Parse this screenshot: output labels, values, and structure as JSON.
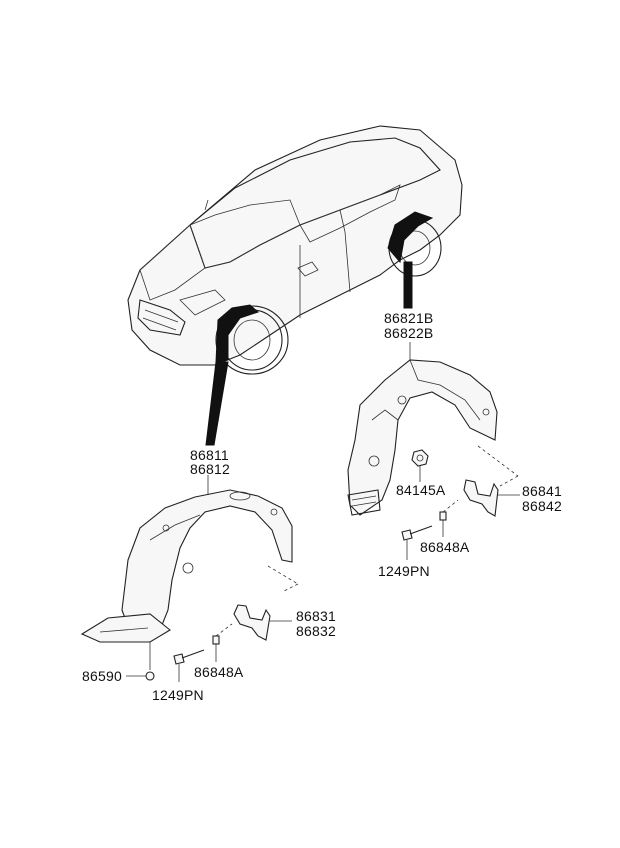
{
  "labels": {
    "rear_liner_top": "86821B",
    "rear_liner_bottom": "86822B",
    "front_liner_top": "86811",
    "front_liner_bottom": "86812",
    "rear_nut": "84145A",
    "rear_flap_top": "86841",
    "rear_flap_bottom": "86842",
    "rear_clip": "86848A",
    "rear_screw": "1249PN",
    "front_flap_top": "86831",
    "front_flap_bottom": "86832",
    "front_clip": "86848A",
    "front_cover": "86590",
    "front_screw": "1249PN"
  },
  "colors": {
    "line": "#222222",
    "highlight": "#111111",
    "background": "#ffffff"
  }
}
